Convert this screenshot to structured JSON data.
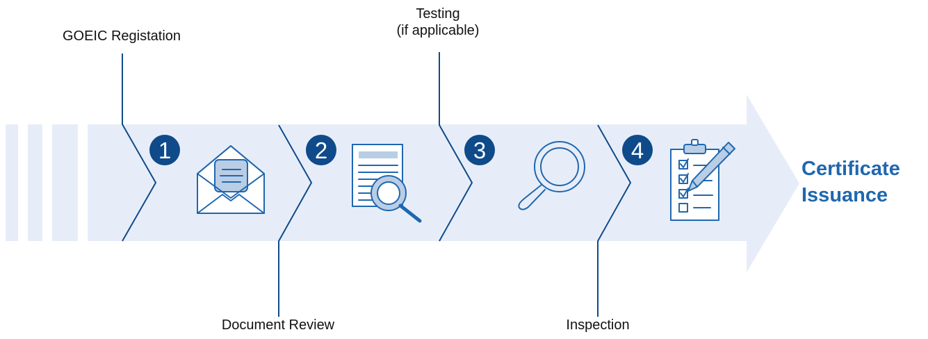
{
  "colors": {
    "arrow_fill": "#e7edf8",
    "accent": "#1f67b0",
    "dark_blue": "#0f4a8a",
    "text": "#111111",
    "white": "#ffffff"
  },
  "steps": [
    {
      "number": "1",
      "icon": "open-envelope-icon",
      "callout": "GOEIC Registation"
    },
    {
      "number": "2",
      "icon": "document-magnifier-icon",
      "callout": "Document Review"
    },
    {
      "number": "3",
      "icon": "magnifying-glass-icon",
      "callout_lines": [
        "Testing",
        "(if applicable)"
      ]
    },
    {
      "number": "4",
      "icon": "checklist-pencil-icon",
      "callout": "Inspection"
    }
  ],
  "final": {
    "lines": [
      "Certificate",
      "Issuance"
    ]
  }
}
